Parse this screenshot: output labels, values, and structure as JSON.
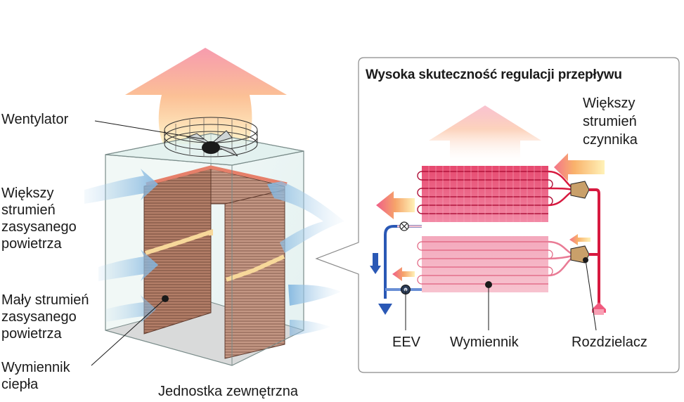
{
  "labels": {
    "fan": "Wentylator",
    "more_air_1": "Większy",
    "more_air_2": "strumień",
    "more_air_3": "zasysanego",
    "more_air_4": "powietrza",
    "less_air_1": "Mały strumień",
    "less_air_2": "zasysanego",
    "less_air_3": "powietrza",
    "hx_1": "Wymiennik",
    "hx_2": "ciepła",
    "outdoor_unit": "Jednostka zewnętrzna"
  },
  "inset": {
    "title": "Wysoka skuteczność regulacji przepływu",
    "more_ref_1": "Większy",
    "more_ref_2": "strumień",
    "more_ref_3": "czynnika",
    "eev": "EEV",
    "exchanger": "Wymiennik",
    "distributor": "Rozdzielacz"
  },
  "colors": {
    "hot": "#d7193f",
    "cold": "#2a58b5",
    "coil": "#a36a55",
    "air": "#9cc6e6"
  }
}
